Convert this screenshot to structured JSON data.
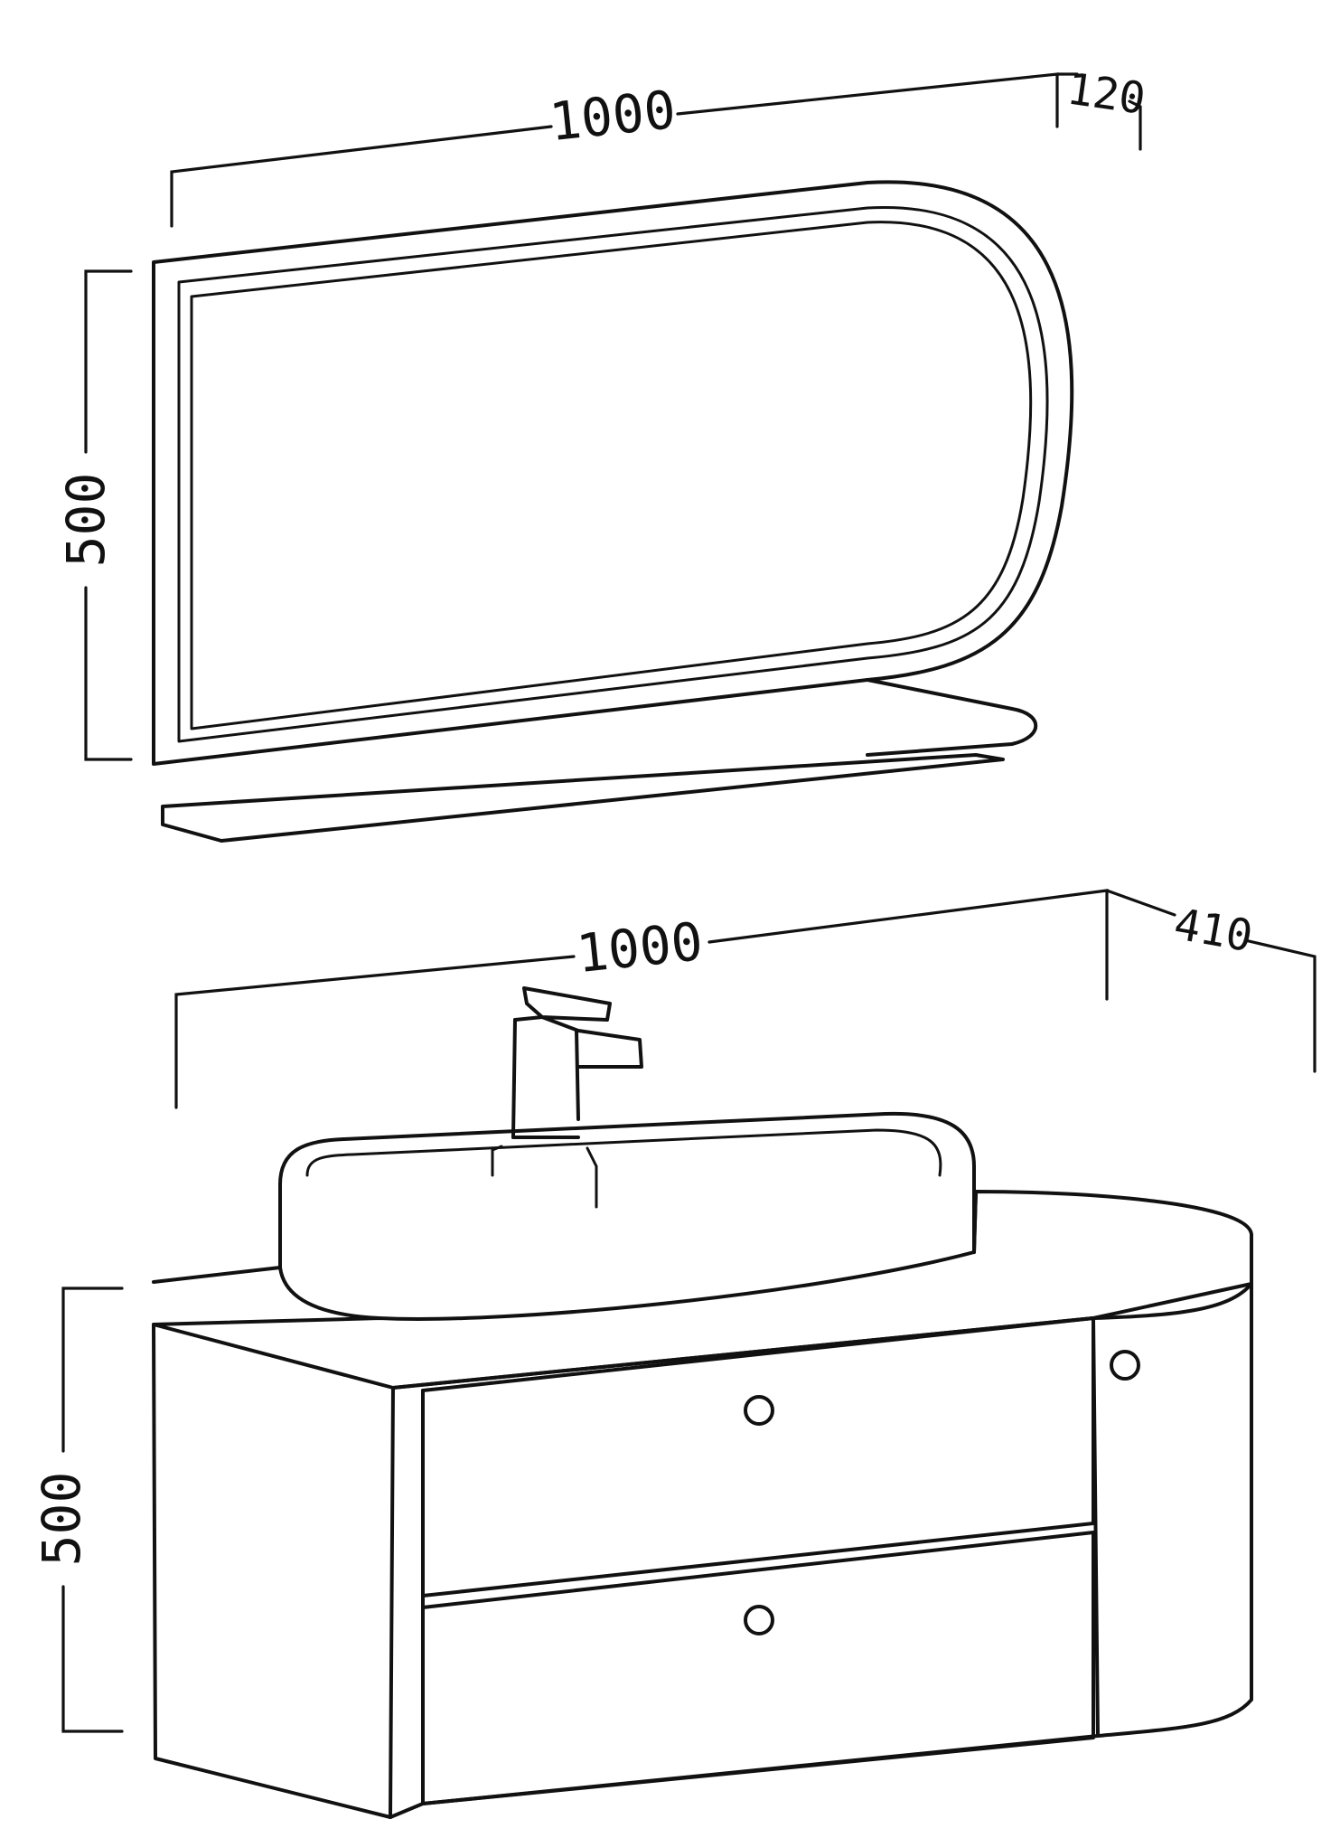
{
  "mirror": {
    "width_label": "1000",
    "depth_label": "120",
    "height_label": "500"
  },
  "vanity": {
    "width_label": "1000",
    "depth_label": "410",
    "height_label": "500"
  }
}
